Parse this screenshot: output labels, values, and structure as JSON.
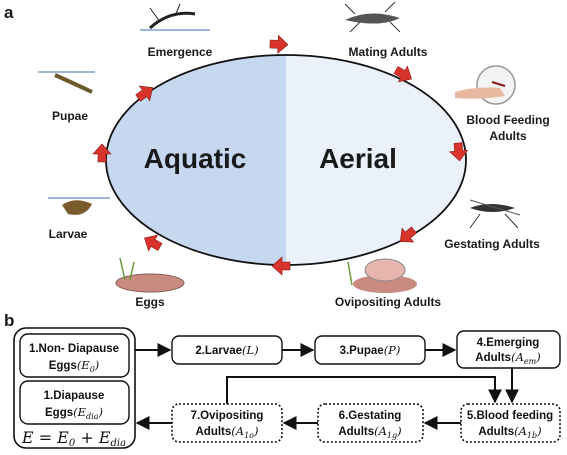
{
  "panel_a": {
    "panel_label": "a",
    "left_half": "Aquatic",
    "right_half": "Aerial",
    "stages": {
      "emergence": "Emergence",
      "mating": "Mating Adults",
      "blood_feeding_1": "Blood Feeding",
      "blood_feeding_2": "Adults",
      "gestating": "Gestating Adults",
      "ovipositing": "Ovipositing Adults",
      "eggs": "Eggs",
      "larvae": "Larvae",
      "pupae": "Pupae"
    },
    "colors": {
      "aquatic": "#c5d8f0",
      "aerial": "#eaf1fa",
      "arrow": "#d9342b"
    }
  },
  "panel_b": {
    "panel_label": "b",
    "eggs_group": {
      "non_diapause_1": "1.Non- Diapause",
      "non_diapause_2": "Eggs",
      "non_diapause_var": "(E",
      "non_diapause_sub": "0",
      "diapause_1": "1.Diapause",
      "diapause_2": "Eggs",
      "diapause_var": "(E",
      "diapause_sub": "dia",
      "equation_lhs": "E = E",
      "equation_sub0": "0",
      "equation_mid": " + E",
      "equation_sub1": "dia"
    },
    "larvae": {
      "text": "2.Larvae",
      "var": "(L)"
    },
    "pupae": {
      "text": "3.Pupae",
      "var": "(P)"
    },
    "emerging": {
      "line1": "4.Emerging",
      "line2": "Adults",
      "var": "(A",
      "sub": "em"
    },
    "blood_feeding": {
      "line1": "5.Blood feeding",
      "line2": "Adults",
      "var": "(A",
      "sub": "1b"
    },
    "gestating": {
      "line1": "6.Gestating",
      "line2": "Adults",
      "var": "(A",
      "sub": "1g"
    },
    "ovipositing": {
      "line1": "7.Ovipositing",
      "line2": "Adults",
      "var": "(A",
      "sub": "1o"
    }
  }
}
